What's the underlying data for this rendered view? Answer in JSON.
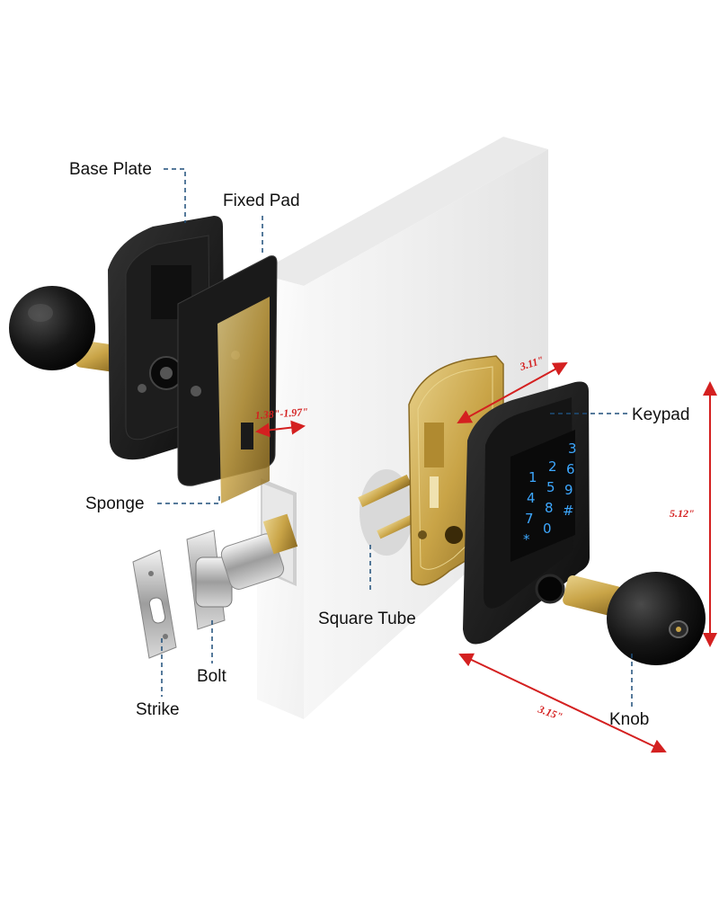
{
  "labels": {
    "base_plate": "Base Plate",
    "fixed_pad": "Fixed Pad",
    "sponge": "Sponge",
    "bolt": "Bolt",
    "strike": "Strike",
    "square_tube": "Square Tube",
    "keypad": "Keypad",
    "knob": "Knob"
  },
  "dimensions": {
    "door_thickness": "1.38\"-1.97\"",
    "plate_width": "3.11\"",
    "height": "5.12\"",
    "knob_depth": "3.15\""
  },
  "keypad_keys": [
    "1",
    "2",
    "3",
    "4",
    "5",
    "6",
    "7",
    "8",
    "9",
    "*",
    "0",
    "#"
  ],
  "colors": {
    "dimension": "#d42020",
    "key_glow": "#3da8ff",
    "lock_body": "#1b1b1b",
    "brass": "#c9a447"
  }
}
